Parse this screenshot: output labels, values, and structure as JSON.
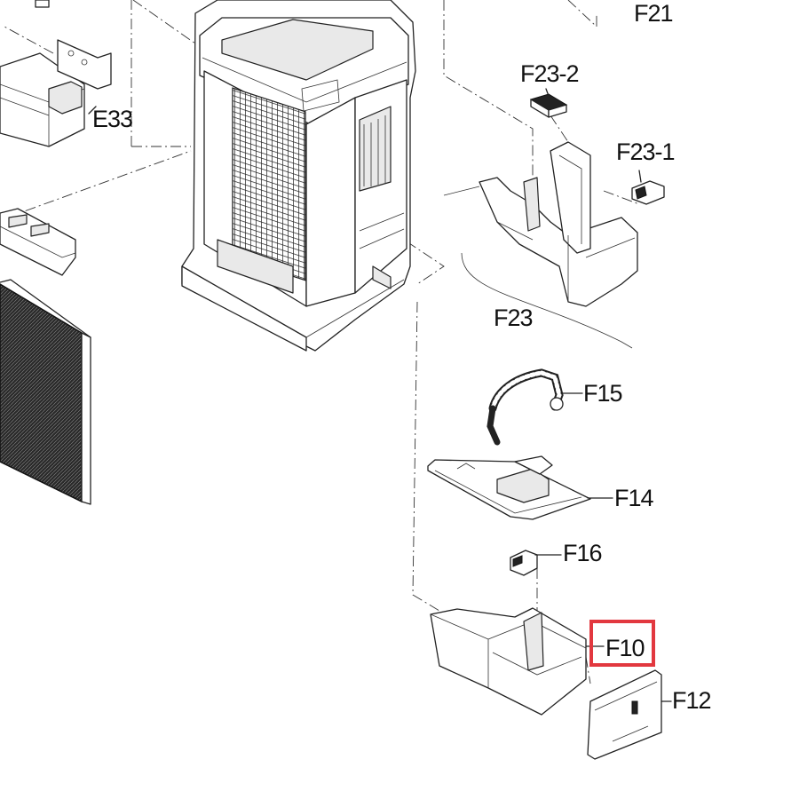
{
  "labels": {
    "f21": "F21",
    "e33": "E33",
    "f23_2": "F23-2",
    "f23_1": "F23-1",
    "f23": "F23",
    "f15": "F15",
    "f14": "F14",
    "f16": "F16",
    "f10": "F10",
    "f12": "F12"
  },
  "highlight": {
    "label": "F10",
    "color": "#e2383f"
  }
}
